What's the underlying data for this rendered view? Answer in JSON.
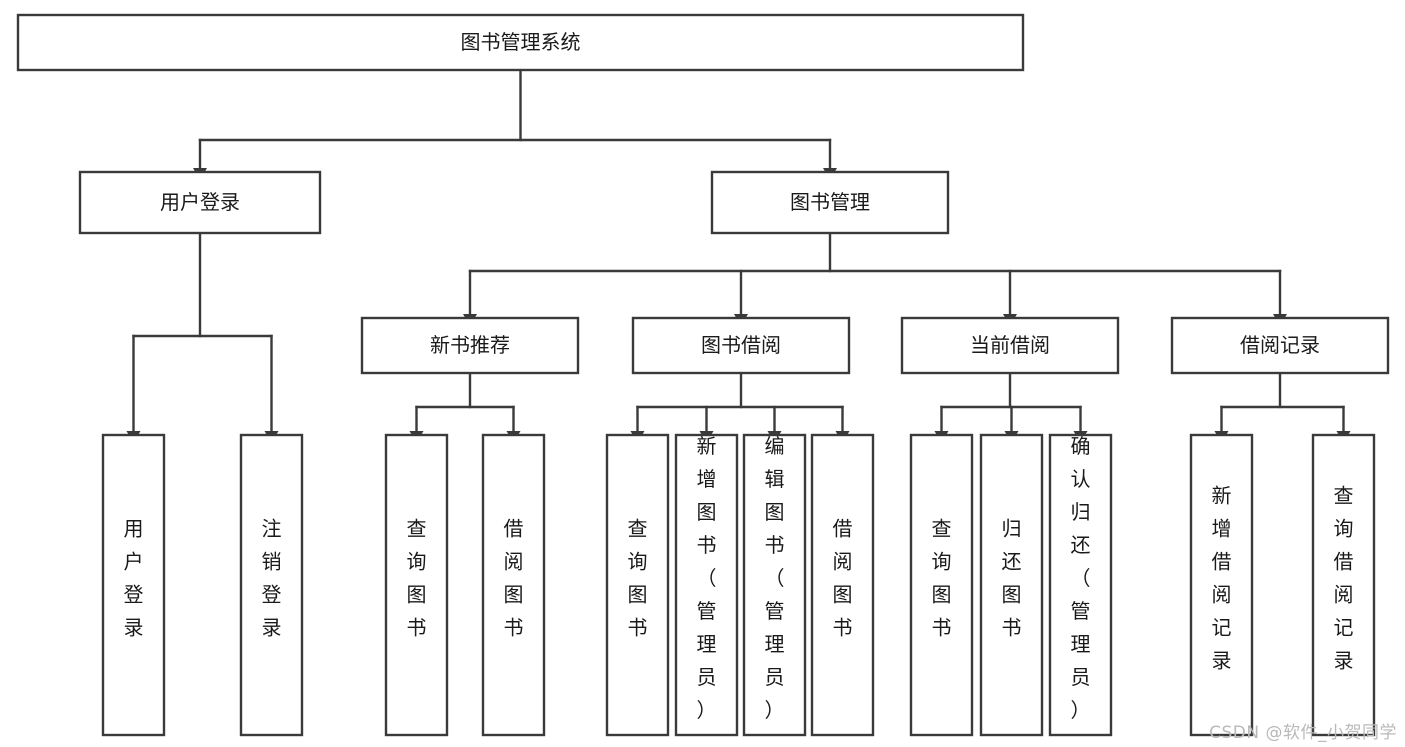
{
  "diagram": {
    "type": "tree-hierarchy",
    "title": "图书管理系统",
    "root": {
      "id": "root",
      "label": "图书管理系统",
      "orientation": "horizontal"
    },
    "level1": [
      {
        "id": "user-login",
        "label": "用户登录",
        "orientation": "horizontal"
      },
      {
        "id": "book-management",
        "label": "图书管理",
        "orientation": "horizontal"
      }
    ],
    "level2": [
      {
        "id": "new-book-recommend",
        "label": "新书推荐",
        "parent": "book-management",
        "orientation": "horizontal"
      },
      {
        "id": "book-borrow",
        "label": "图书借阅",
        "parent": "book-management",
        "orientation": "horizontal"
      },
      {
        "id": "current-borrow",
        "label": "当前借阅",
        "parent": "book-management",
        "orientation": "horizontal"
      },
      {
        "id": "borrow-record",
        "label": "借阅记录",
        "parent": "book-management",
        "orientation": "horizontal"
      }
    ],
    "leaves": [
      {
        "id": "leaf-user-login",
        "label": "用户登录",
        "parent": "user-login",
        "orientation": "vertical"
      },
      {
        "id": "leaf-logout-login",
        "label": "注销登录",
        "parent": "user-login",
        "orientation": "vertical"
      },
      {
        "id": "leaf-query-book-1",
        "label": "查询图书",
        "parent": "new-book-recommend",
        "orientation": "vertical"
      },
      {
        "id": "leaf-borrow-book-1",
        "label": "借阅图书",
        "parent": "new-book-recommend",
        "orientation": "vertical"
      },
      {
        "id": "leaf-query-book-2",
        "label": "查询图书",
        "parent": "book-borrow",
        "orientation": "vertical"
      },
      {
        "id": "leaf-add-book",
        "label": "新增图书（管理员）",
        "parent": "book-borrow",
        "orientation": "vertical"
      },
      {
        "id": "leaf-edit-book",
        "label": "编辑图书（管理员）",
        "parent": "book-borrow",
        "orientation": "vertical"
      },
      {
        "id": "leaf-borrow-book-2",
        "label": "借阅图书",
        "parent": "book-borrow",
        "orientation": "vertical"
      },
      {
        "id": "leaf-query-book-3",
        "label": "查询图书",
        "parent": "current-borrow",
        "orientation": "vertical"
      },
      {
        "id": "leaf-return-book",
        "label": "归还图书",
        "parent": "current-borrow",
        "orientation": "vertical"
      },
      {
        "id": "leaf-confirm-return",
        "label": "确认归还（管理员）",
        "parent": "current-borrow",
        "orientation": "vertical"
      },
      {
        "id": "leaf-add-record",
        "label": "新增借阅记录",
        "parent": "borrow-record",
        "orientation": "vertical"
      },
      {
        "id": "leaf-query-record",
        "label": "查询借阅记录",
        "parent": "borrow-record",
        "orientation": "vertical"
      }
    ],
    "colors": {
      "box_fill": "#ffffff",
      "box_stroke": "#3a3a3a",
      "text": "#1a1a1a",
      "background": "#ffffff",
      "watermark": "#b9b9b9"
    }
  },
  "watermark": {
    "text": "CSDN @软件_小贺同学"
  }
}
